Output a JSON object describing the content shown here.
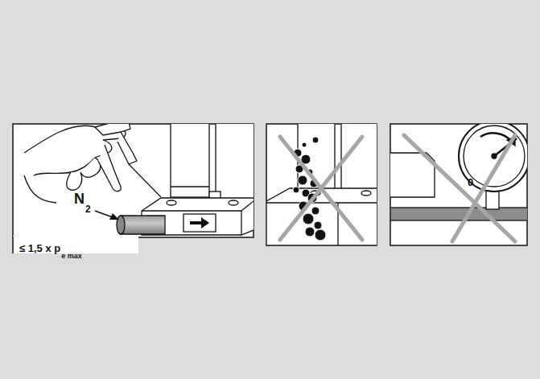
{
  "diagram": {
    "labels": [
      "N",
      "2",
      "≤ 1,5 x p",
      "e max",
      "0"
    ]
  }
}
